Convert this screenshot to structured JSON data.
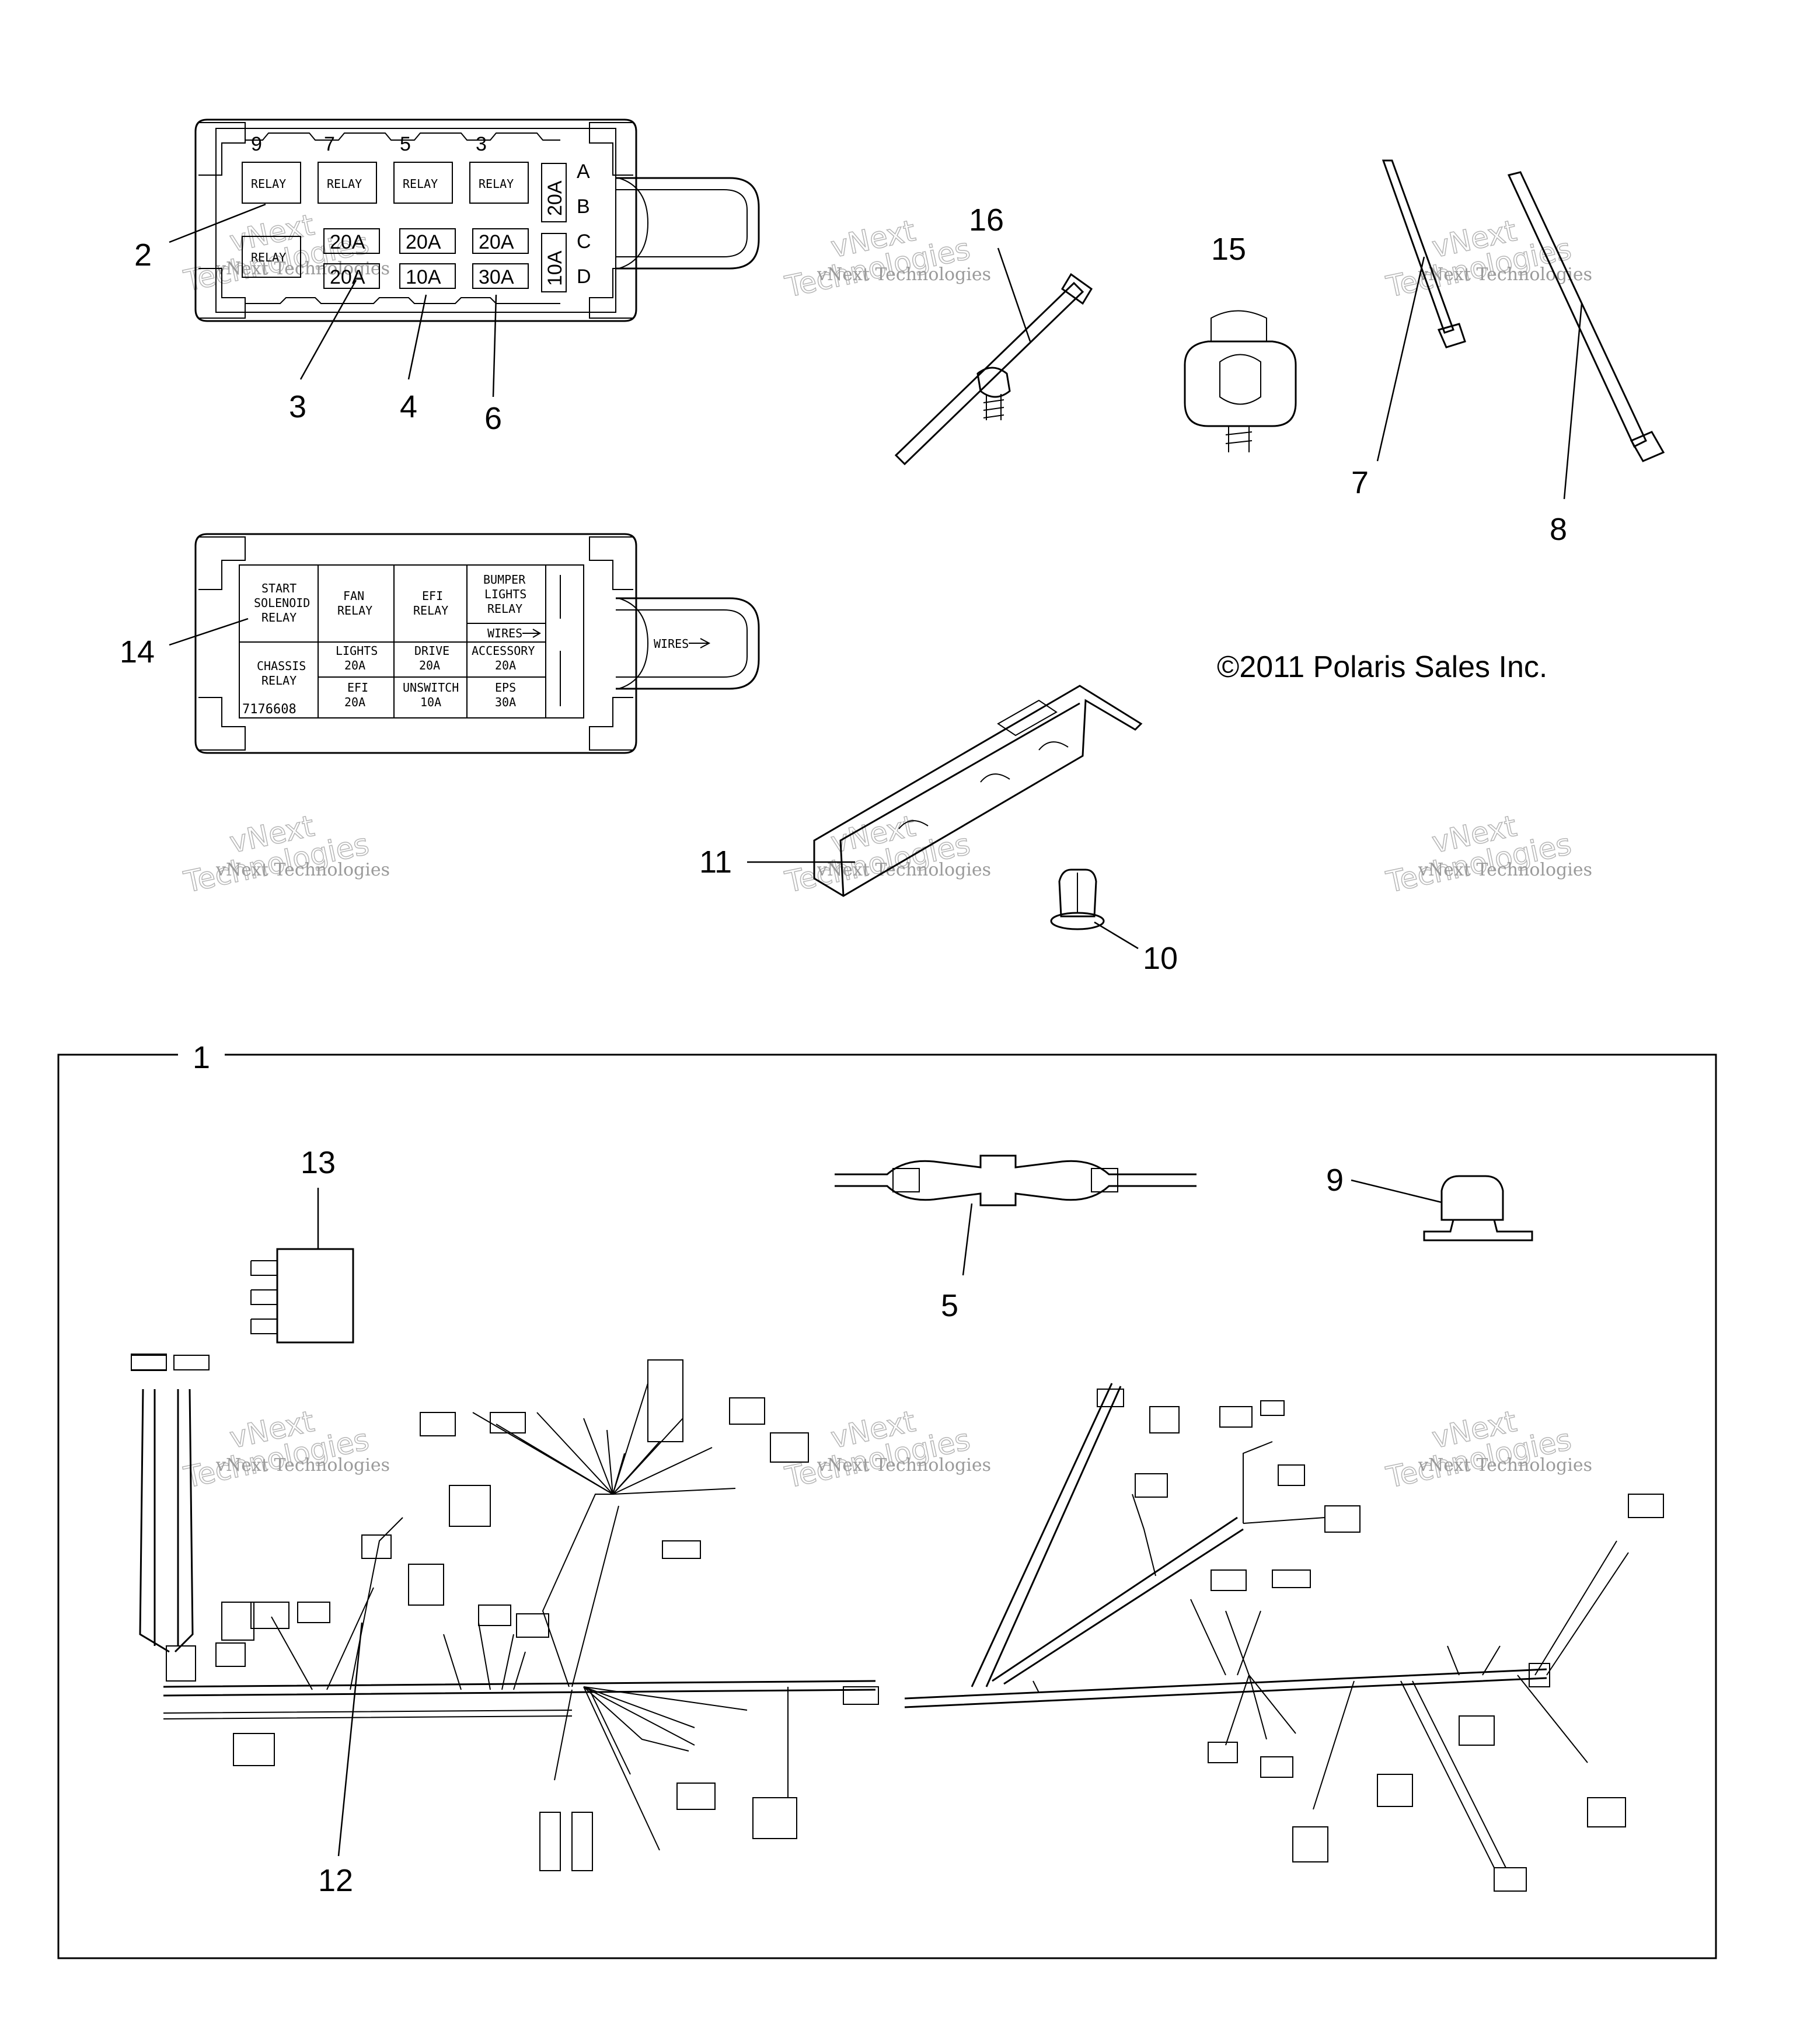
{
  "callouts": {
    "c1": "1",
    "c2": "2",
    "c3": "3",
    "c4": "4",
    "c5": "5",
    "c6": "6",
    "c7": "7",
    "c8": "8",
    "c9": "9",
    "c10": "10",
    "c11": "11",
    "c12": "12",
    "c13": "13",
    "c14": "14",
    "c15": "15",
    "c16": "16"
  },
  "copyright": "©2011 Polaris Sales Inc.",
  "watermark": {
    "line1": "vNext Technologies",
    "big1": "vNext",
    "big2": "Technologies"
  },
  "fuse_box_top": {
    "col_numbers": [
      "9",
      "7",
      "5",
      "3"
    ],
    "row_letters": [
      "A",
      "B",
      "C",
      "D"
    ],
    "relay_label": "RELAY",
    "fuses_row2": [
      "20A",
      "20A",
      "20A"
    ],
    "fuses_row3": [
      "20A",
      "10A",
      "30A"
    ],
    "side_fuses": [
      "20A",
      "10A"
    ]
  },
  "fuse_box_bottom": {
    "cells": {
      "start": [
        "START",
        "SOLENOID",
        "RELAY"
      ],
      "fan": [
        "FAN",
        "RELAY"
      ],
      "efi": [
        "EFI",
        "RELAY"
      ],
      "bumper": [
        "BUMPER",
        "LIGHTS",
        "RELAY"
      ],
      "chassis": [
        "CHASSIS",
        "RELAY"
      ],
      "lights": [
        "LIGHTS",
        "20A"
      ],
      "drive": [
        "DRIVE",
        "20A"
      ],
      "accessory": [
        "ACCESSORY",
        "20A"
      ],
      "efi_fuse": [
        "EFI",
        "20A"
      ],
      "unswitch": [
        "UNSWITCH",
        "10A"
      ],
      "eps": [
        "EPS",
        "30A"
      ]
    },
    "part_number": "7176608",
    "wires_label": "WIRES"
  }
}
